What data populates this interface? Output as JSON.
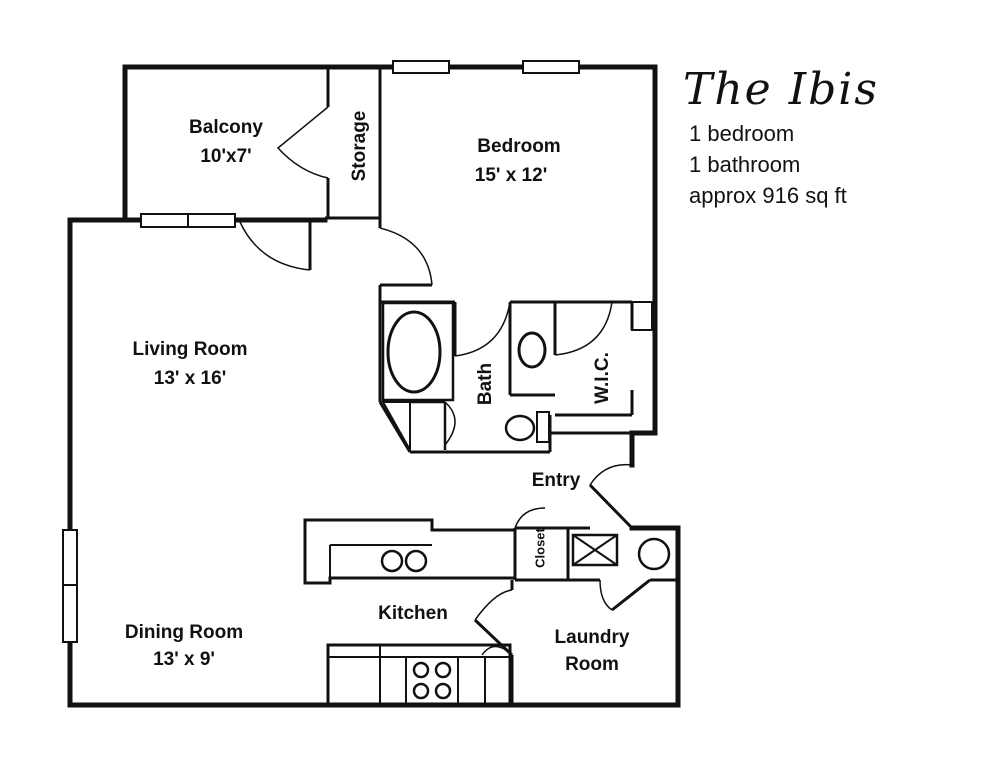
{
  "title": {
    "name": "The Ibis",
    "bedrooms": "1 bedroom",
    "bathrooms": "1 bathroom",
    "area": "approx 916 sq ft"
  },
  "rooms": {
    "balcony": {
      "name": "Balcony",
      "size": "10'x7'"
    },
    "storage": {
      "name": "Storage"
    },
    "bedroom": {
      "name": "Bedroom",
      "size": "15' x 12'"
    },
    "living_room": {
      "name": "Living Room",
      "size": "13' x 16'"
    },
    "bath": {
      "name": "Bath"
    },
    "wic": {
      "name": "W.I.C."
    },
    "entry": {
      "name": "Entry"
    },
    "closet": {
      "name": "Closet"
    },
    "kitchen": {
      "name": "Kitchen"
    },
    "dining_room": {
      "name": "Dining Room",
      "size": "13' x 9'"
    },
    "laundry_room": {
      "name": "Laundry",
      "name2": "Room"
    }
  },
  "colors": {
    "wall": "#111111",
    "background": "#ffffff"
  }
}
